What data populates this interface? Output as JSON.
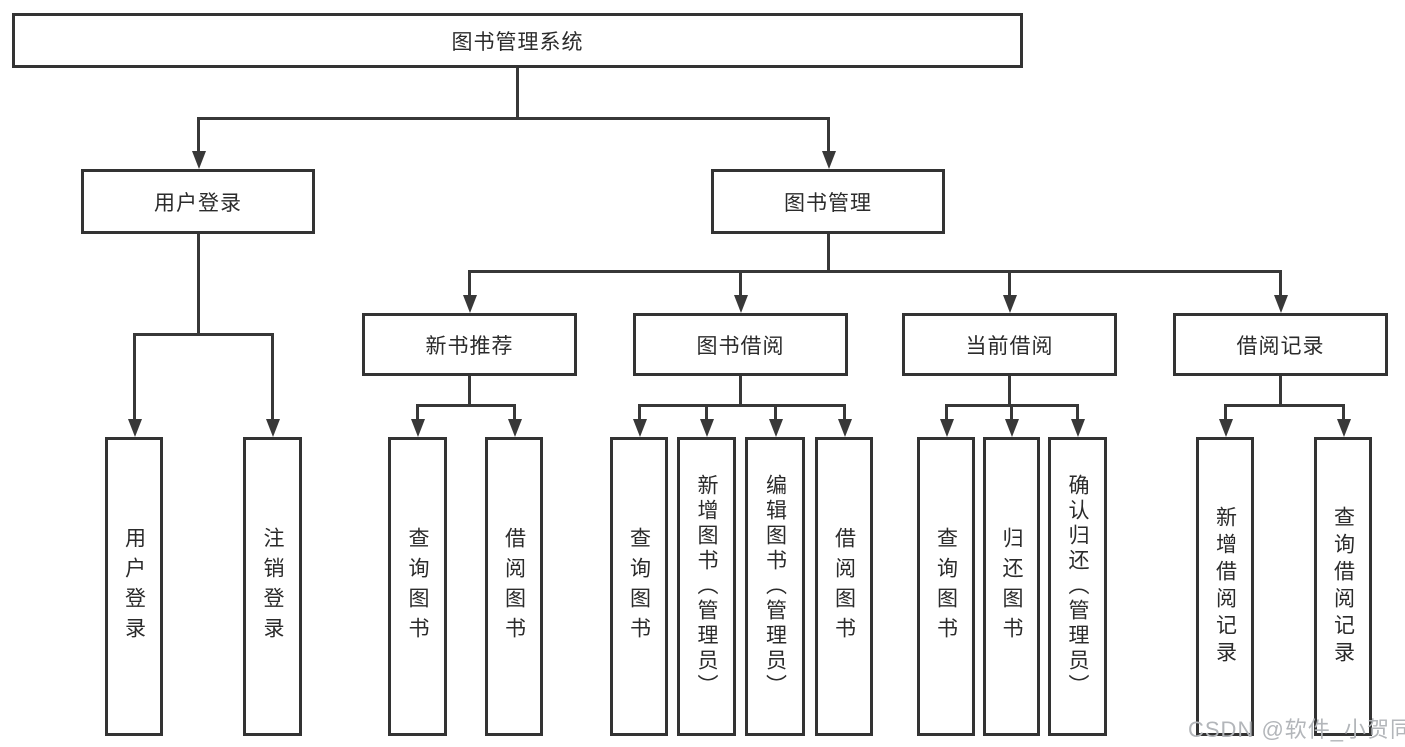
{
  "diagram": {
    "root": "图书管理系统",
    "level2": {
      "user_login": "用户登录",
      "book_mgmt": "图书管理"
    },
    "level3": {
      "new_books": "新书推荐",
      "borrowing": "图书借阅",
      "current": "当前借阅",
      "records": "借阅记录"
    },
    "leaves": {
      "login": "用户登录",
      "logout": "注销登录",
      "nb_query": "查询图书",
      "nb_borrow": "借阅图书",
      "bw_query": "查询图书",
      "bw_add": "新增图书（管理员）",
      "bw_edit": "编辑图书（管理员）",
      "bw_borrow": "借阅图书",
      "cu_query": "查询图书",
      "cu_return": "归还图书",
      "cu_confirm": "确认归还（管理员）",
      "rc_add": "新增借阅记录",
      "rc_query": "查询借阅记录"
    }
  },
  "watermark": "CSDN @软件_小贺同学",
  "colors": {
    "line": "#383838",
    "border": "#333333",
    "text": "#2b2b2b",
    "wm": "#b3b6ba",
    "bg": "#ffffff"
  }
}
